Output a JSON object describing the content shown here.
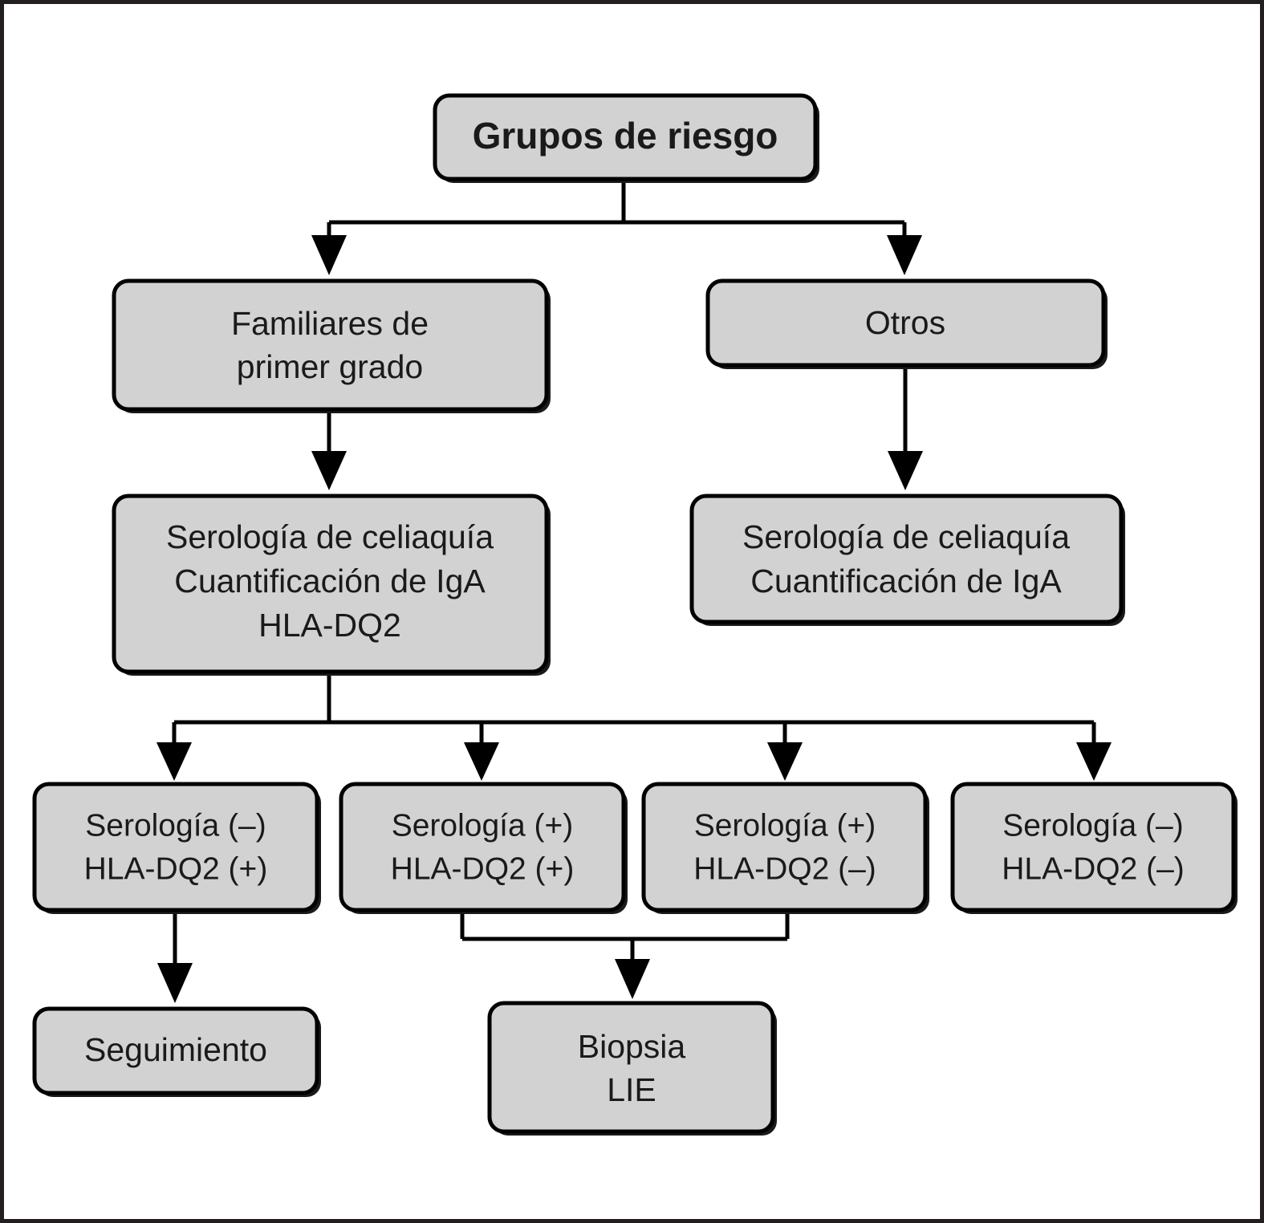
{
  "figure": {
    "type": "flowchart",
    "language": "es",
    "border_color": "#231f20",
    "node_fill": "#d2d2d2",
    "node_stroke": "#000000",
    "text_color": "#1a1a1a",
    "background": "#ffffff"
  },
  "nodes": {
    "root": {
      "id": "grupos-de-riesgo",
      "label": "Grupos de riesgo",
      "lines": [
        "Grupos de riesgo"
      ],
      "bold": true
    },
    "familiares": {
      "id": "familiares-primer-grado",
      "label": "Familiares de primer grado",
      "lines": [
        "Familiares de",
        "primer grado"
      ],
      "bold": false
    },
    "otros": {
      "id": "otros",
      "label": "Otros",
      "lines": [
        "Otros"
      ],
      "bold": false
    },
    "serologia_familiares": {
      "id": "serologia-familiares",
      "label": "Serología de celiaquía / Cuantificación de IgA / HLA-DQ2",
      "lines": [
        "Serología de celiaquía",
        "Cuantificación de IgA",
        "HLA-DQ2"
      ],
      "bold": false
    },
    "serologia_otros": {
      "id": "serologia-otros",
      "label": "Serología de celiaquía / Cuantificación de IgA",
      "lines": [
        "Serología de celiaquía",
        "Cuantificación de IgA"
      ],
      "bold": false
    },
    "resultado_1": {
      "id": "resultado-serologia-neg-dq2-pos",
      "label": "Serología (−) HLA-DQ2 (+)",
      "lines": [
        "Serología (–)",
        "HLA-DQ2 (+)"
      ],
      "bold": false
    },
    "resultado_2": {
      "id": "resultado-serologia-pos-dq2-pos",
      "label": "Serología (+) HLA-DQ2 (+)",
      "lines": [
        "Serología (+)",
        "HLA-DQ2 (+)"
      ],
      "bold": false
    },
    "resultado_3": {
      "id": "resultado-serologia-pos-dq2-neg",
      "label": "Serología (+) HLA-DQ2 (−)",
      "lines": [
        "Serología (+)",
        "HLA-DQ2 (–)"
      ],
      "bold": false
    },
    "resultado_4": {
      "id": "resultado-serologia-neg-dq2-neg",
      "label": "Serología (−) HLA-DQ2 (−)",
      "lines": [
        "Serología (–)",
        "HLA-DQ2 (–)"
      ],
      "bold": false
    },
    "seguimiento": {
      "id": "seguimiento",
      "label": "Seguimiento",
      "lines": [
        "Seguimiento"
      ],
      "bold": false
    },
    "biopsia": {
      "id": "biopsia-lie",
      "label": "Biopsia LIE",
      "lines": [
        "Biopsia",
        "LIE"
      ],
      "bold": false
    }
  },
  "edges": [
    {
      "from": "grupos-de-riesgo",
      "to": "familiares-primer-grado",
      "kind": "split"
    },
    {
      "from": "grupos-de-riesgo",
      "to": "otros",
      "kind": "split"
    },
    {
      "from": "familiares-primer-grado",
      "to": "serologia-familiares",
      "kind": "straight"
    },
    {
      "from": "otros",
      "to": "serologia-otros",
      "kind": "straight"
    },
    {
      "from": "serologia-familiares",
      "to": "resultado-serologia-neg-dq2-pos",
      "kind": "split"
    },
    {
      "from": "serologia-familiares",
      "to": "resultado-serologia-pos-dq2-pos",
      "kind": "split"
    },
    {
      "from": "serologia-familiares",
      "to": "resultado-serologia-pos-dq2-neg",
      "kind": "split"
    },
    {
      "from": "serologia-familiares",
      "to": "resultado-serologia-neg-dq2-neg",
      "kind": "split"
    },
    {
      "from": "resultado-serologia-neg-dq2-pos",
      "to": "seguimiento",
      "kind": "straight"
    },
    {
      "from": "resultado-serologia-pos-dq2-pos",
      "to": "biopsia-lie",
      "kind": "merge"
    },
    {
      "from": "resultado-serologia-pos-dq2-neg",
      "to": "biopsia-lie",
      "kind": "merge"
    }
  ]
}
